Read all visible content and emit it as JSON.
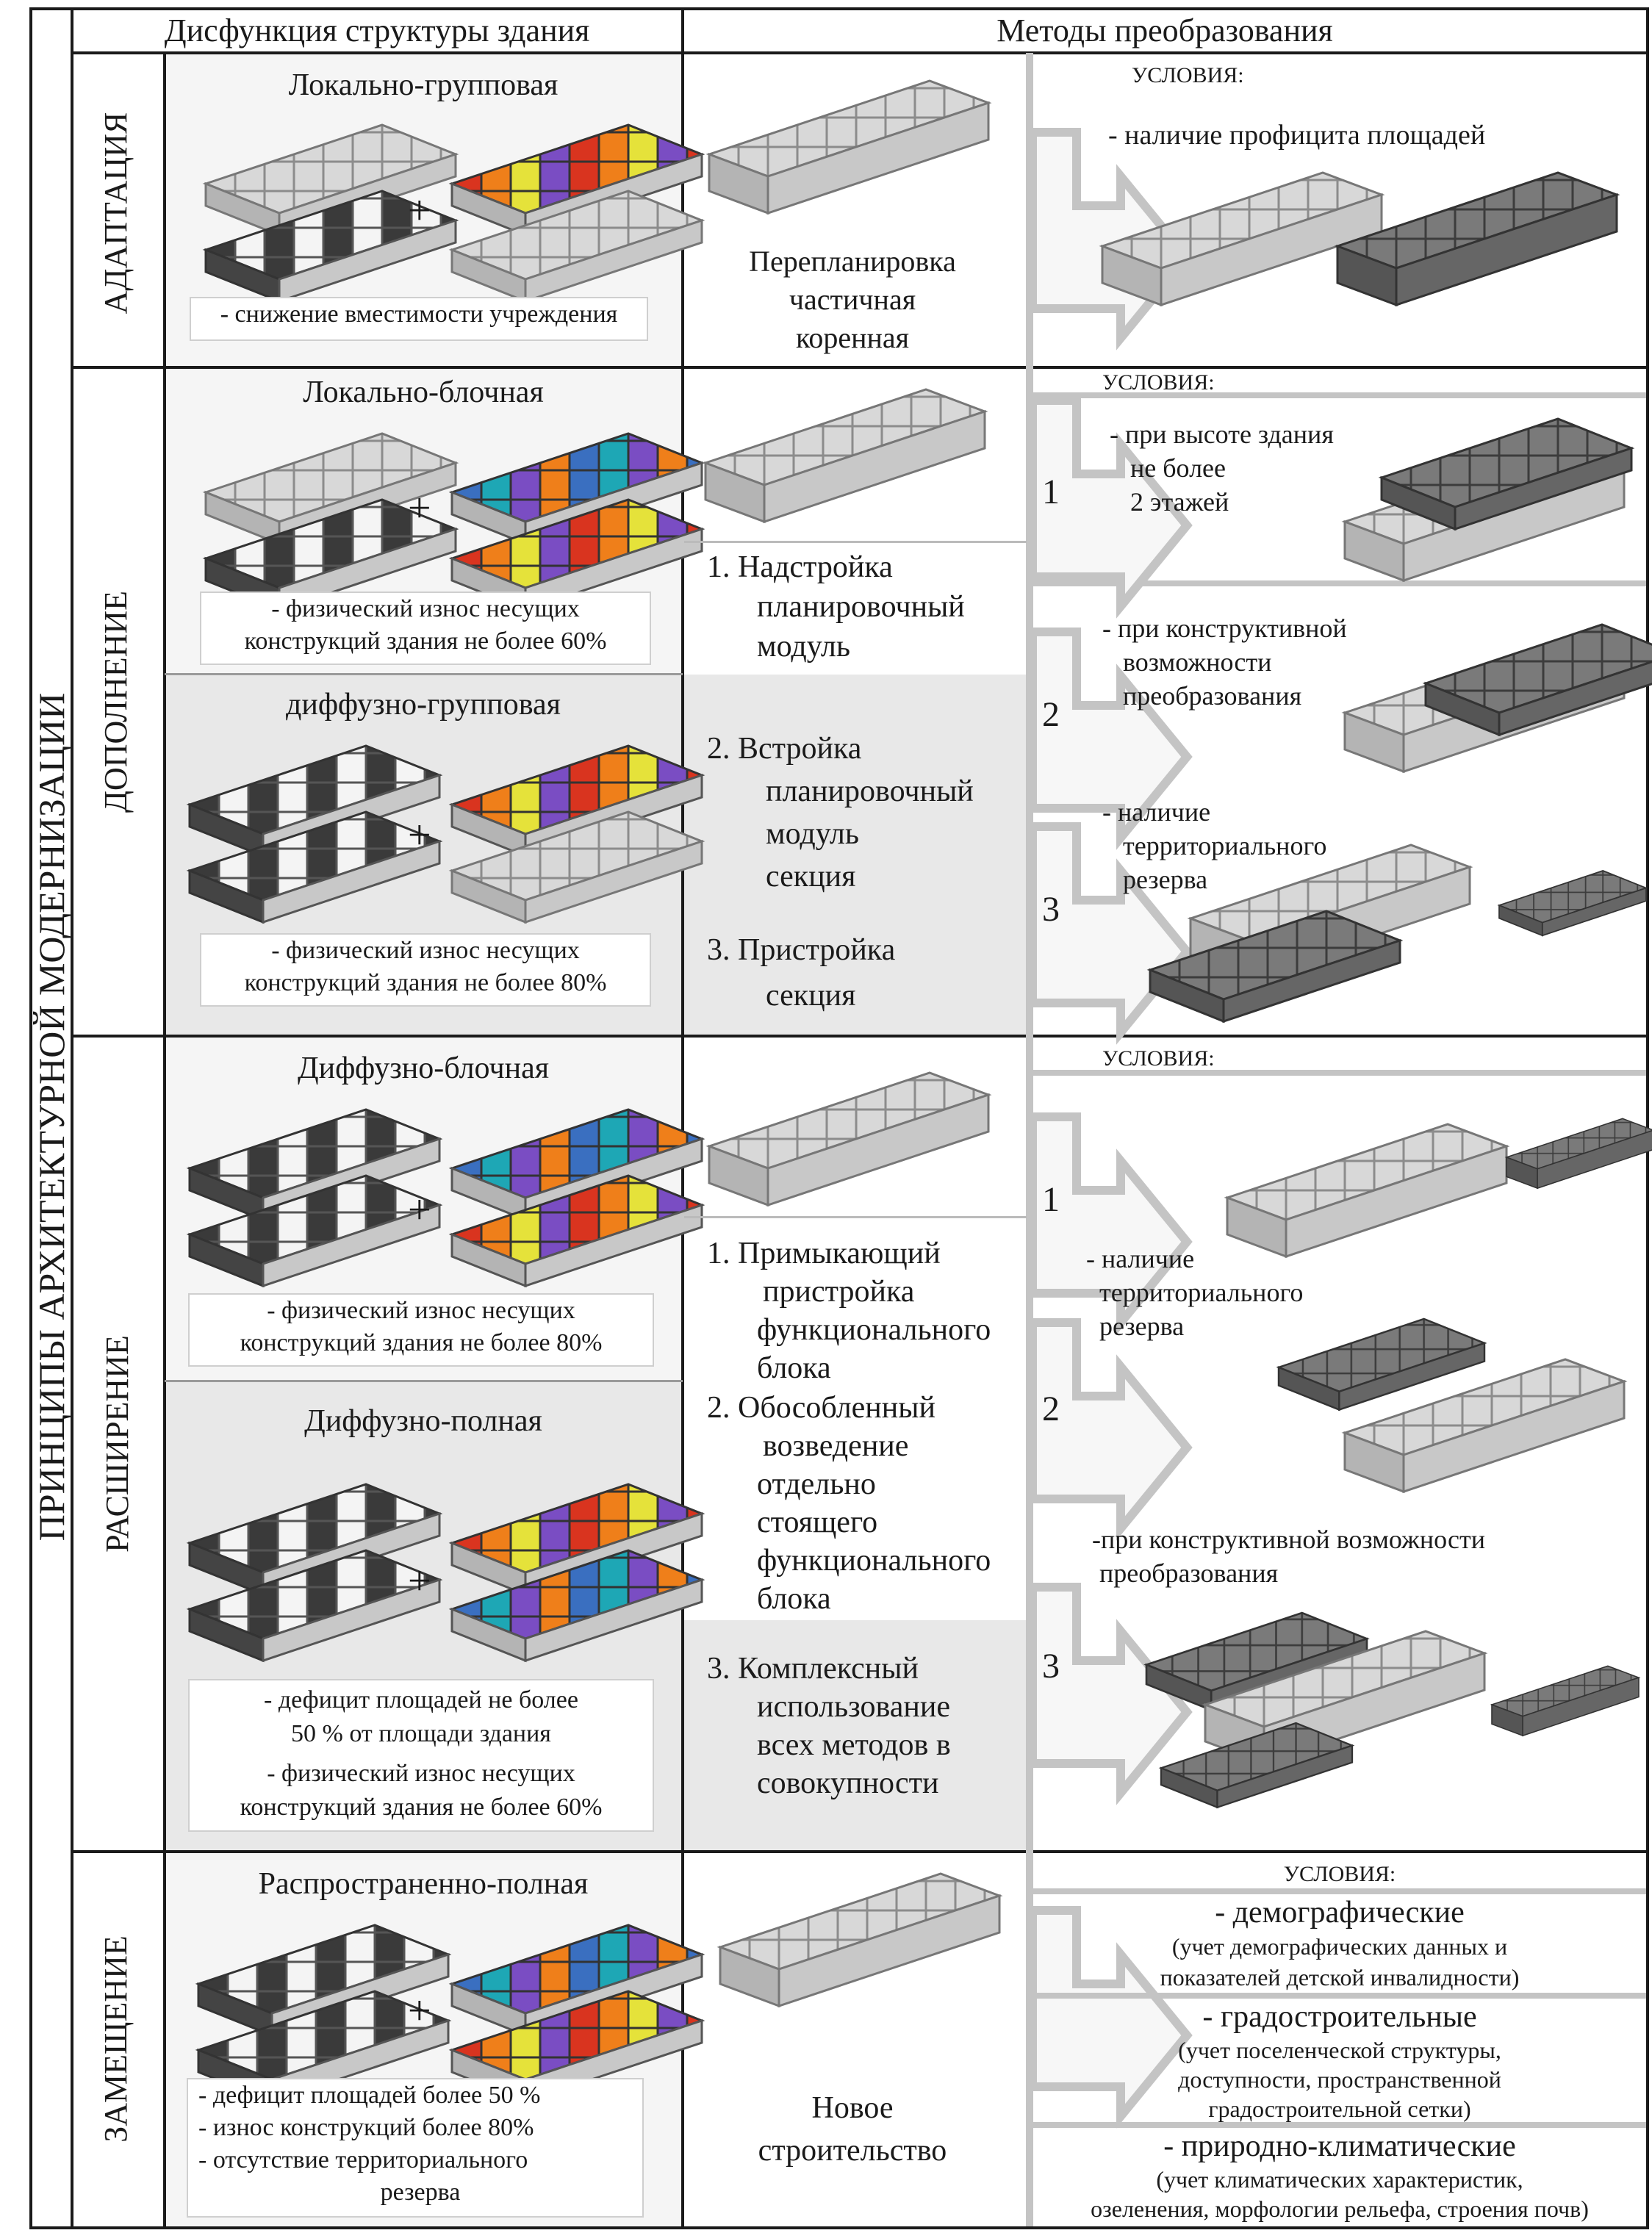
{
  "header": {
    "left_title": "Дисфункция структуры здания",
    "right_title": "Методы преобразования"
  },
  "main_vertical_title": "ПРИНЦИПЫ АРХИТЕКТУРНОЙ МОДЕРНИЗАЦИИ",
  "sections": {
    "adaptation": {
      "label": "АДАПТАЦИЯ",
      "type_title": "Локально-групповая",
      "note": "- снижение вместимости учреждения",
      "method_lines": [
        "Перепланировка",
        "частичная",
        "коренная"
      ],
      "conditions_title": "УСЛОВИЯ:",
      "condition": "- наличие профицита площадей"
    },
    "addition": {
      "label": "ДОПОЛНЕНИЕ",
      "type1_title": "Локально-блочная",
      "type1_note": [
        "- физический износ несущих",
        "конструкций здания не более 60%"
      ],
      "type2_title": "диффузно-групповая",
      "type2_note": [
        "- физический износ несущих",
        "конструкций здания не более 80%"
      ],
      "methods": {
        "m1": [
          "1. Надстройка",
          "планировочный",
          "модуль"
        ],
        "m2": [
          "2. Встройка",
          "планировочный",
          "модуль",
          "секция"
        ],
        "m3": [
          "3. Пристройка",
          "секция"
        ]
      },
      "conditions_title": "УСЛОВИЯ:",
      "cond1": [
        "- при высоте здания",
        "не более",
        "2 этажей"
      ],
      "cond2": [
        "- при конструктивной",
        "возможности",
        "преобразования"
      ],
      "cond3": [
        "- наличие",
        "территориального",
        "резерва"
      ],
      "numbers": [
        "1",
        "2",
        "3"
      ]
    },
    "expansion": {
      "label": "РАСШИРЕНИЕ",
      "type1_title": "Диффузно-блочная",
      "type1_note": [
        "- физический износ несущих",
        "конструкций здания не более 80%"
      ],
      "type2_title": "Диффузно-полная",
      "type2_note": [
        "- дефицит площадей  не более",
        "50 % от площади здания",
        "- физический износ несущих",
        "конструкций здания не более 60%"
      ],
      "methods": {
        "m1": [
          "1. Примыкающий",
          "пристройка",
          "функционального",
          "блока"
        ],
        "m2": [
          "2. Обособленный",
          "возведение",
          "отдельно",
          "стоящего",
          "функционального",
          "блока"
        ],
        "m3": [
          "3. Комплексный",
          "использование",
          "всех методов в",
          "совокупности"
        ]
      },
      "conditions_title": "УСЛОВИЯ:",
      "cond1": [
        "- наличие",
        "территориального",
        "резерва"
      ],
      "cond2": [
        "-при конструктивной возможности",
        "преобразования"
      ],
      "numbers": [
        "1",
        "2",
        "3"
      ]
    },
    "replacement": {
      "label": "ЗАМЕЩЕНИЕ",
      "type_title": "Распространенно-полная",
      "note": [
        "- дефицит площадей более 50 %",
        "-  износ  конструкций более 80%",
        "- отсутствие территориального",
        "резерва"
      ],
      "method_lines": [
        "Новое",
        "строительство"
      ],
      "conditions_title": "УСЛОВИЯ:",
      "c1_title": "- демографические",
      "c1_desc": [
        "(учет демографических данных и",
        "показателей детской инвалидности)"
      ],
      "c2_title": "- градостроительные",
      "c2_desc": [
        "(учет поселенческой структуры,",
        "доступности, пространственной",
        "градостроительной сетки)"
      ],
      "c3_title": "- природно-климатические",
      "c3_desc": [
        "(учет климатических характеристик,",
        "озеленения, морфологии рельефа, строения почв)"
      ]
    }
  },
  "plus_sign": "+",
  "colors": {
    "block_light": "#d4d4d4",
    "block_dark": "#6e6e6e",
    "accent_red": "#d9341f",
    "accent_orange": "#ef7f1a",
    "accent_yellow": "#e5e23a",
    "accent_blue": "#3a6fc0",
    "accent_teal": "#1ea7b5",
    "accent_purple": "#7a4dc3",
    "arrow_gray": "#c4c4c4"
  }
}
